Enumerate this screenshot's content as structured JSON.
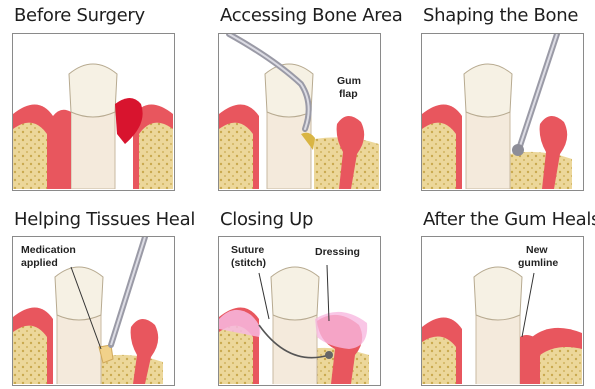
{
  "panels": [
    {
      "title": "Before Surgery",
      "labels": []
    },
    {
      "title": "Accessing Bone Area",
      "labels": [
        "Gum",
        "flap"
      ]
    },
    {
      "title": "Shaping the Bone",
      "labels": []
    },
    {
      "title": "Helping Tissues Heal",
      "labels": [
        "Medication",
        "applied"
      ]
    },
    {
      "title": "Closing Up",
      "labels": [
        "Suture",
        "(stitch)",
        "Dressing"
      ]
    },
    {
      "title": "After the Gum Heals",
      "labels": [
        "New",
        "gumline"
      ]
    }
  ],
  "colors": {
    "gum": "#e8565e",
    "gum_light": "#f59ca0",
    "bone": "#ecd79a",
    "bone_dots": "#c9a94f",
    "tooth": "#f6f1e4",
    "root": "#f4eadc",
    "inflamed": "#d8142e",
    "dressing": "#f7b8e0",
    "instrument": "#a9a9b3",
    "tartar": "#d9b544"
  }
}
